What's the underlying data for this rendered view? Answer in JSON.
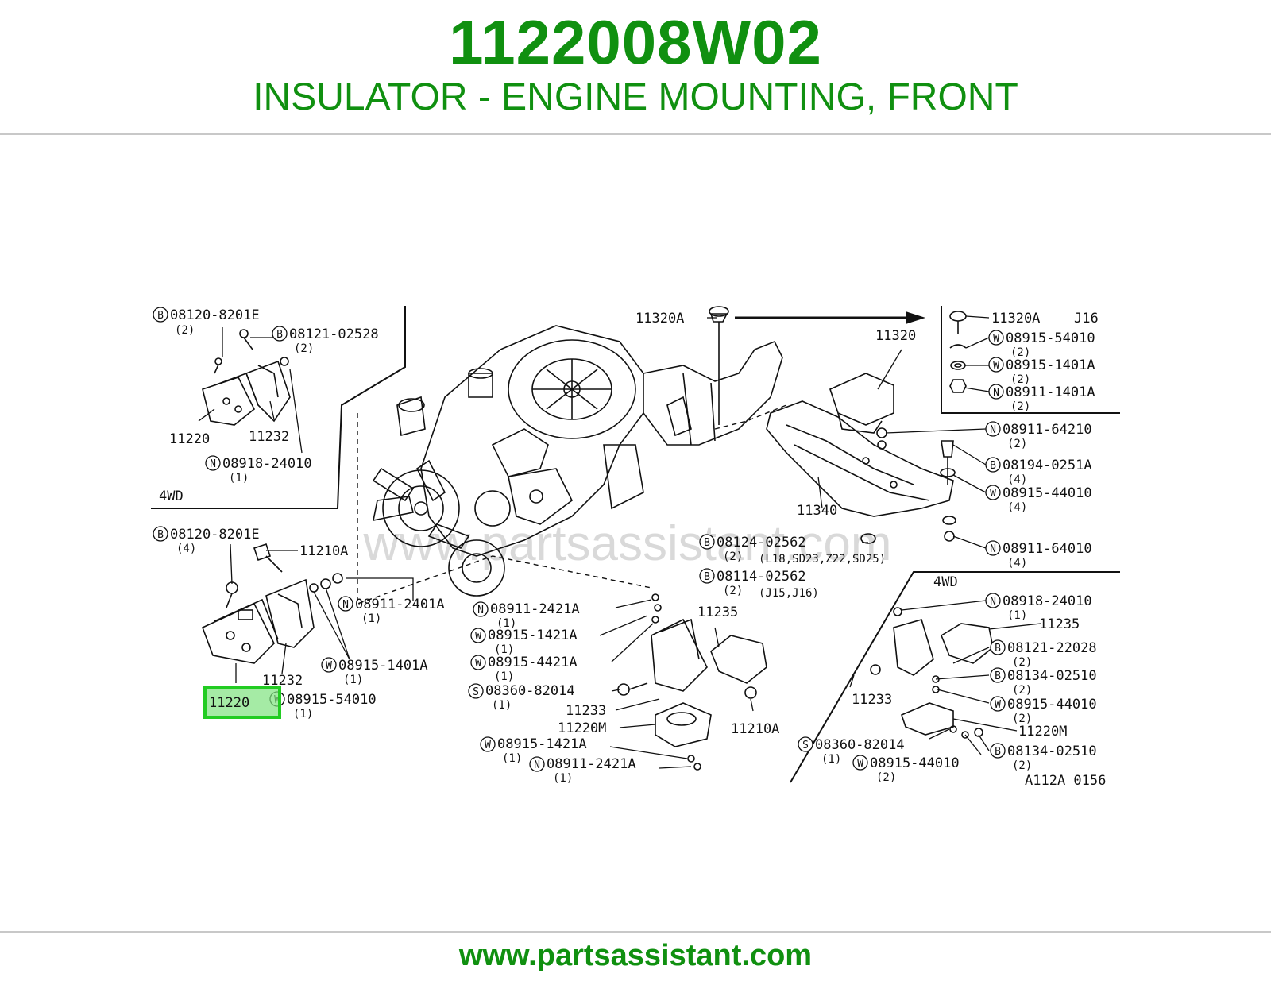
{
  "header": {
    "part_number": "1122008W02",
    "part_name": "INSULATOR - ENGINE MOUNTING, FRONT"
  },
  "footer": {
    "url": "www.partsassistant.com"
  },
  "diagram": {
    "watermark": "www.partsassistant.com",
    "figure_code": "A112A 0156",
    "highlight_color": "#22cc22",
    "brand_color": "#109010",
    "highlighted_label": "11220",
    "labels": {
      "tl_08120": "08120-8201E",
      "tl_08120_q": "(2)",
      "tl_08121": "08121-02528",
      "tl_08121_q": "(2)",
      "tl_11220": "11220",
      "tl_11232": "11232",
      "tl_08918": "08918-24010",
      "tl_08918_q": "(1)",
      "tl_4wd": "4WD",
      "ml_08120": "08120-8201E",
      "ml_08120_q": "(4)",
      "ml_11210a": "11210A",
      "ml_08911": "08911-2401A",
      "ml_08911_q": "(1)",
      "ml_08915": "08915-1401A",
      "ml_08915_q": "(1)",
      "ml_11232": "11232",
      "ml_08915b": "08915-54010",
      "ml_08915b_q": "(1)",
      "c_11320a": "11320A",
      "c_08911": "08911-2421A",
      "c_08911_q": "(1)",
      "c_08915a": "08915-1421A",
      "c_08915a_q": "(1)",
      "c_08915b": "08915-4421A",
      "c_08915b_q": "(1)",
      "c_08360": "08360-82014",
      "c_08360_q": "(1)",
      "c_11233": "11233",
      "c_11220m": "11220M",
      "c_08915c": "08915-1421A",
      "c_08915c_q": "(1)",
      "c_08911b": "08911-2421A",
      "c_08911b_q": "(1)",
      "c_11235": "11235",
      "c_11210a": "11210A",
      "c_08124": "08124-02562",
      "c_08124_q": "(2)",
      "c_08124_note": "(L18,SD23,Z22,SD25)",
      "c_08114": "08114-02562",
      "c_08114_q": "(2)",
      "c_08114_note": "(J15,J16)",
      "r_11320": "11320",
      "r_11340": "11340",
      "tr_11320a": "11320A",
      "tr_j16": "J16",
      "tr_08915a": "08915-54010",
      "tr_08915a_q": "(2)",
      "tr_08915b": "08915-1401A",
      "tr_08915b_q": "(2)",
      "tr_08911": "08911-1401A",
      "tr_08911_q": "(2)",
      "r_08911a": "08911-64210",
      "r_08911a_q": "(2)",
      "r_08194": "08194-0251A",
      "r_08194_q": "(4)",
      "r_08915": "08915-44010",
      "r_08915_q": "(4)",
      "r_08911b": "08911-64010",
      "r_08911b_q": "(4)",
      "br_4wd": "4WD",
      "br_08918": "08918-24010",
      "br_08918_q": "(1)",
      "br_11235": "11235",
      "br_08121": "08121-22028",
      "br_08121_q": "(2)",
      "br_08134a": "08134-02510",
      "br_08134a_q": "(2)",
      "br_11233": "11233",
      "br_08915a": "08915-44010",
      "br_08915a_q": "(2)",
      "br_11220m": "11220M",
      "br_08360": "08360-82014",
      "br_08360_q": "(1)",
      "br_08134b": "08134-02510",
      "br_08134b_q": "(2)",
      "br_08915b": "08915-44010",
      "br_08915b_q": "(2)"
    },
    "markers": {
      "B": "B",
      "N": "N",
      "W": "W",
      "S": "S"
    }
  }
}
